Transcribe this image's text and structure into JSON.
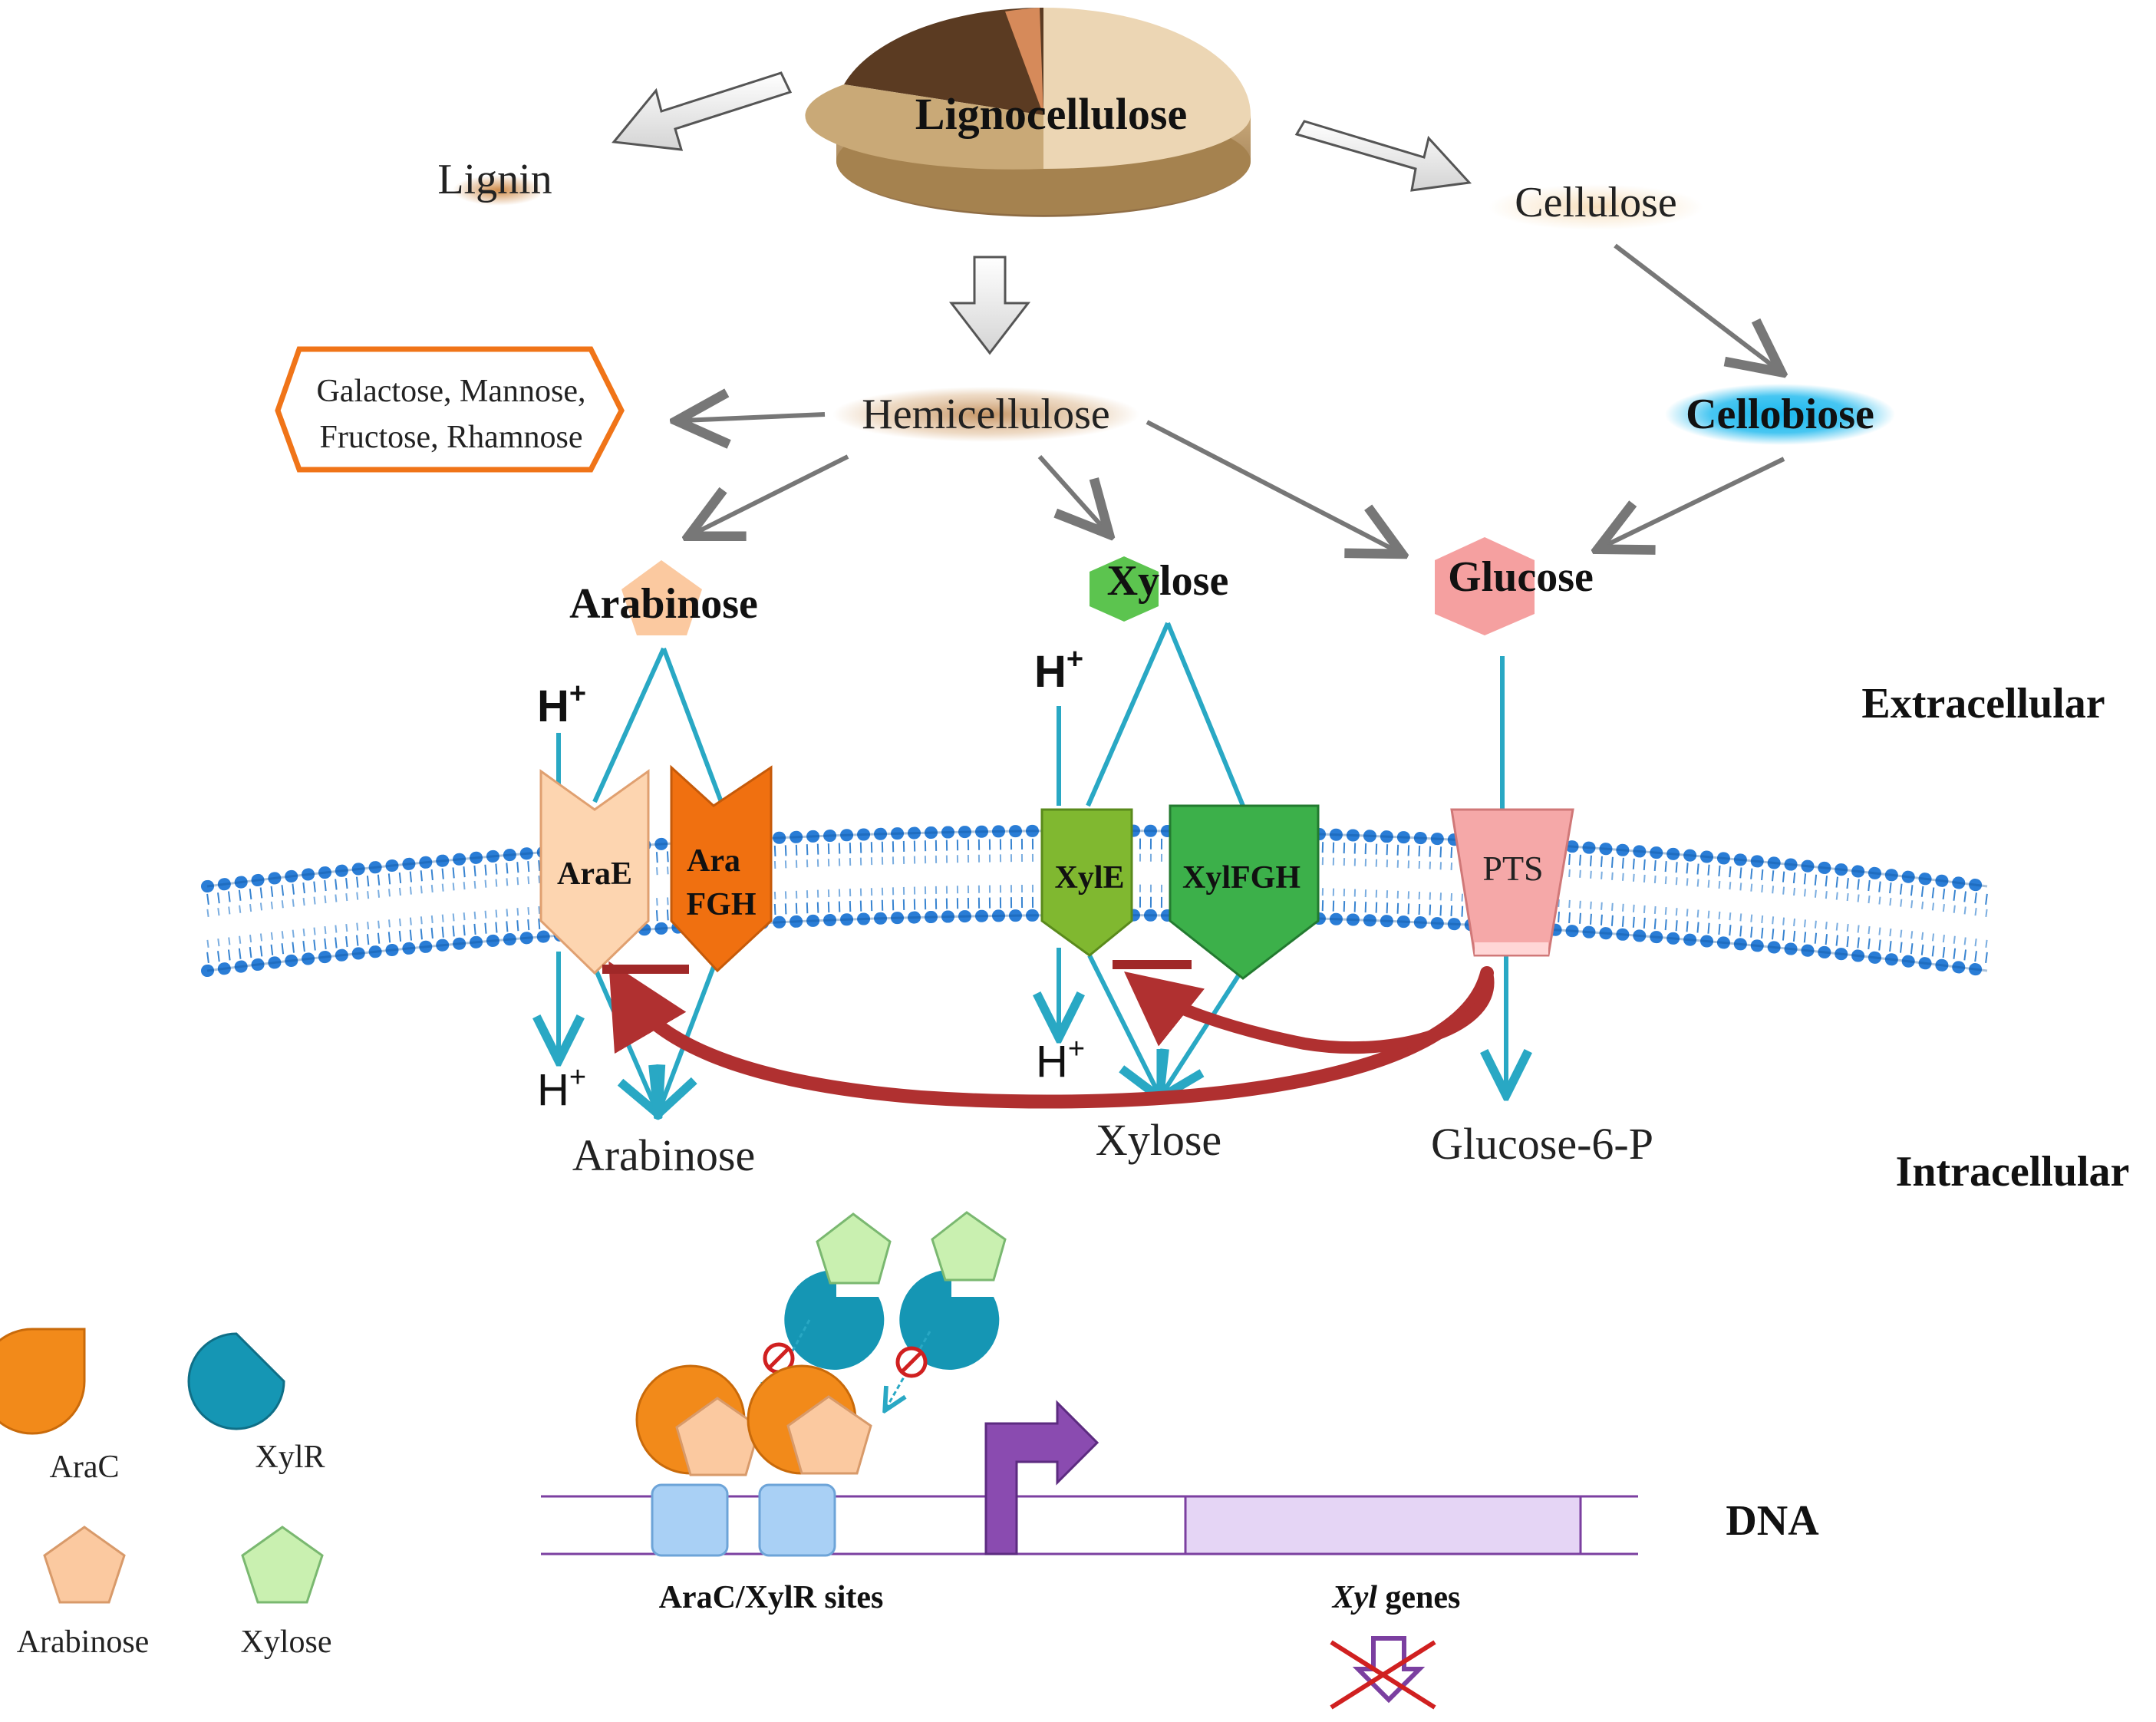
{
  "sources": {
    "lignocellulose": "Lignocellulose",
    "lignin": "Lignin",
    "cellulose": "Cellulose",
    "hemicellulose": "Hemicellulose",
    "cellobiose": "Cellobiose"
  },
  "other_sugars": {
    "line1": "Galactose, Mannose,",
    "line2": "Fructose, Rhamnose"
  },
  "sugars": {
    "arabinose": "Arabinose",
    "xylose": "Xylose",
    "glucose": "Glucose"
  },
  "proton": {
    "symbol": "H",
    "charge": "+"
  },
  "transporters": {
    "arae": "AraE",
    "arafgh_line1": "Ara",
    "arafgh_line2": "FGH",
    "xyle": "XylE",
    "xylfgh": "XylFGH",
    "pts": "PTS"
  },
  "regions": {
    "extracellular": "Extracellular",
    "intracellular": "Intracellular",
    "dna": "DNA"
  },
  "products": {
    "arabinose": "Arabinose",
    "xylose": "Xylose",
    "glucose6p": "Glucose-6-P"
  },
  "dna_labels": {
    "sites": "AraC/XylR sites",
    "genes_italic": "Xyl",
    "genes_rest": " genes"
  },
  "legend": {
    "arac": "AraC",
    "xylr": "XylR",
    "arabinose": "Arabinose",
    "xylose": "Xylose"
  },
  "colors": {
    "transport_arrow": "#29a8c4",
    "inhibition": "#b03030",
    "arae": "#fdd5b0",
    "arafgh": "#f07010",
    "xyle": "#80b830",
    "xylfgh": "#3cb04a",
    "pts": "#f5a8a8",
    "arac": "#f28a1a",
    "xylr": "#1596b4",
    "arabinose_ligand": "#fbc9a0",
    "xylose_ligand": "#c9f0b0",
    "glucose": "#f5a0a0",
    "membrane_head": "#2277cc",
    "promoter": "#7b3fa0",
    "gene_box": "#e5d5f5"
  }
}
